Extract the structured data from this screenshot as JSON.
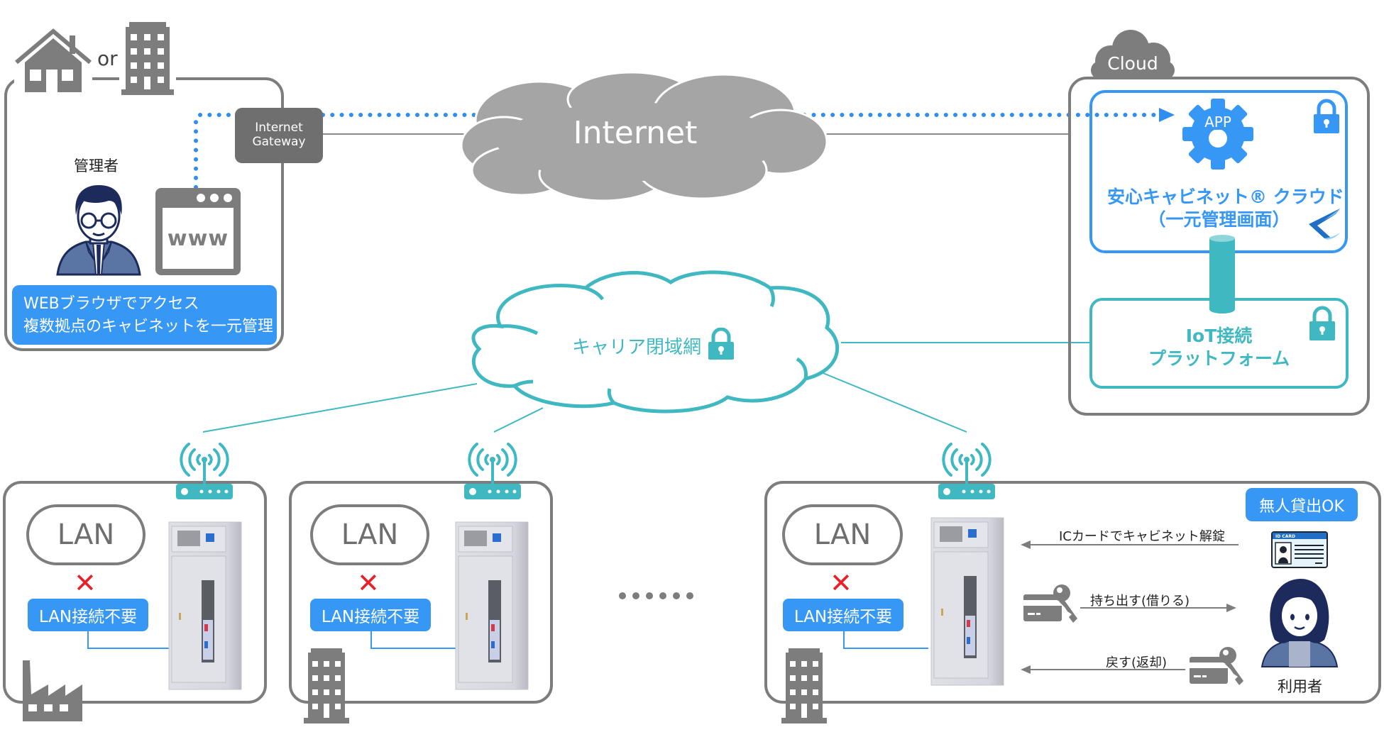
{
  "diagram": {
    "admin_site": {
      "or_label": "or",
      "gateway_label_line1": "Internet",
      "gateway_label_line2": "Gateway",
      "admin_label": "管理者",
      "browser_label": "www",
      "banner_line1": "WEBブラウザでアクセス",
      "banner_line2": "複数拠点のキャビネットを一元管理"
    },
    "internet": {
      "label": "Internet"
    },
    "cloud": {
      "label": "Cloud",
      "app_label": "APP",
      "service_line1": "安心キャビネット® クラウド",
      "service_line2": "（一元管理画面）",
      "iot_line1": "IoT接続",
      "iot_line2": "プラットフォーム"
    },
    "carrier": {
      "label": "キャリア閉域網"
    },
    "sites": [
      {
        "type": "factory",
        "lan_label": "LAN",
        "no_lan_label": "LAN接続不要"
      },
      {
        "type": "building",
        "lan_label": "LAN",
        "no_lan_label": "LAN接続不要"
      },
      {
        "type": "building",
        "lan_label": "LAN",
        "no_lan_label": "LAN接続不要"
      }
    ],
    "user_flow": {
      "badge": "無人貸出OK",
      "id_card_label": "ID CARD",
      "step_unlock": "ICカードでキャビネット解錠",
      "step_take": "持ち出す(借りる)",
      "step_return": "戻す(返却)",
      "user_label": "利用者"
    },
    "colors": {
      "blue": "#3797f5",
      "teal": "#3fb8c1",
      "gray": "#7d7d7d",
      "cloud_gray": "#a5a5a5",
      "navy": "#1d2a5c",
      "red": "#e8202a"
    }
  }
}
